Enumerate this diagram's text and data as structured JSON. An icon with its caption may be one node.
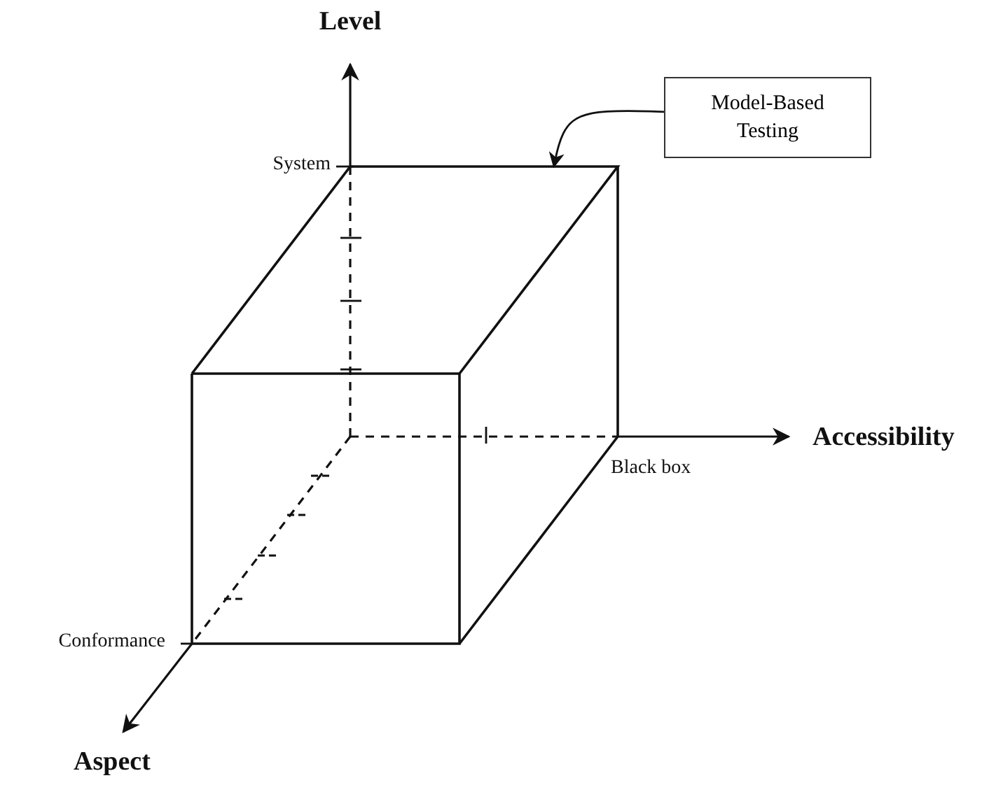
{
  "diagram": {
    "nodes": [
      {
        "text": [
          "Model-Based Testing"
        ]
      },
      {
        "text": [],
        "shape": "box"
      }
    ],
    "edges": [
      {
        "from": 0,
        "to": 1,
        "arrow": "to"
      }
    ],
    "labels": [
      "Level",
      "System",
      "Accessibility",
      "Black box",
      "Conformance",
      "Aspect"
    ]
  }
}
